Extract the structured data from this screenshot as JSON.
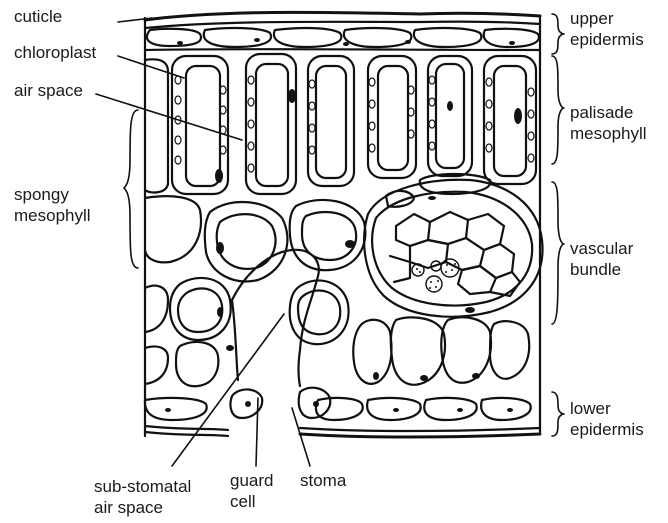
{
  "labels": {
    "cuticle": "cuticle",
    "chloroplast": "chloroplast",
    "air_space": "air space",
    "spongy_mesophyll": "spongy\nmesophyll",
    "upper_epidermis": "upper\nepidermis",
    "palisade_mesophyll": "palisade\nmesophyll",
    "vascular_bundle": "vascular\nbundle",
    "lower_epidermis": "lower\nepidermis",
    "sub_stomatal_air_space": "sub-stomatal\nair space",
    "guard_cell": "guard\ncell",
    "stoma": "stoma"
  }
}
